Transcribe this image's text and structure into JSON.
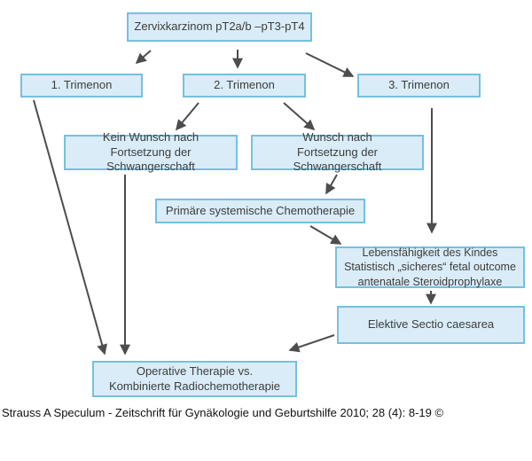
{
  "diagram": {
    "title_node": "Zervixkarzinom pT2a/b –pT3-pT4",
    "nodes": {
      "root": "Zervixkarzinom pT2a/b –pT3-pT4",
      "trimenon1": "1. Trimenon",
      "trimenon2": "2. Trimenon",
      "trimenon3": "3. Trimenon",
      "kein_wunsch": "Kein Wunsch nach\nFortsetzung der Schwangerschaft",
      "wunsch": "Wunsch nach\nFortsetzung der Schwangerschaft",
      "chemo": "Primäre systemische Chemotherapie",
      "lebensfaehigkeit": "Lebensfähigkeit des Kindes\nStatistisch „sicheres“ fetal outcome\nantenatale Steroidprophylaxe",
      "sectio": "Elektive Sectio caesarea",
      "operative": "Operative Therapie vs.\nKombinierte Radiochemotherapie"
    },
    "edges": [
      "root -> trimenon1",
      "root -> trimenon2",
      "root -> trimenon3",
      "trimenon2 -> kein_wunsch",
      "trimenon2 -> wunsch",
      "wunsch -> chemo",
      "chemo -> lebensfaehigkeit",
      "trimenon3 -> lebensfaehigkeit",
      "lebensfaehigkeit -> sectio",
      "sectio -> operative",
      "trimenon1 -> operative",
      "kein_wunsch -> operative"
    ],
    "colors": {
      "node_fill": "#d9ecf7",
      "node_border": "#76c0de",
      "arrow": "#4d4d4d",
      "text": "#3d3d3d"
    }
  },
  "caption": "Strauss A Speculum - Zeitschrift für Gynäkologie und Geburtshilfe 2010; 28 (4): 8-19 ©"
}
